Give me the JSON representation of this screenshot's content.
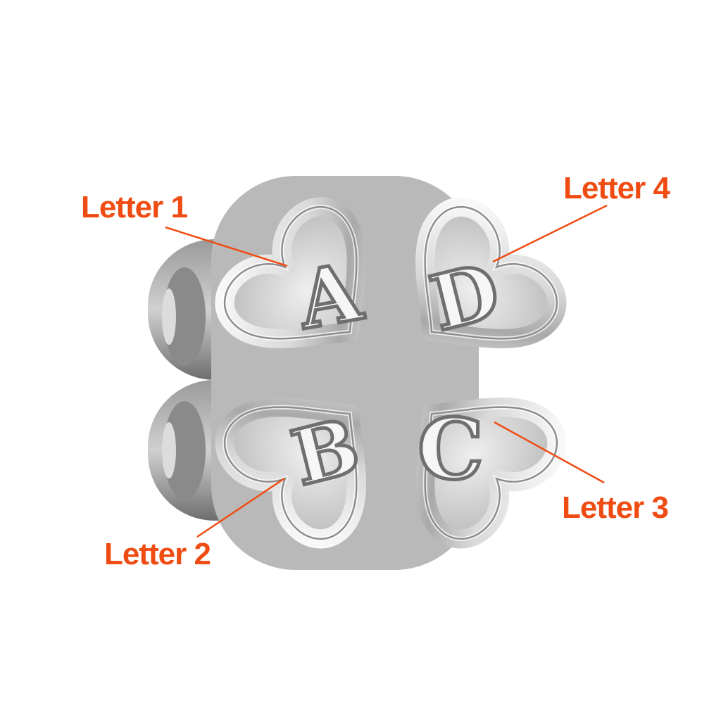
{
  "callouts": {
    "letter_1": "Letter 1",
    "letter_2": "Letter 2",
    "letter_3": "Letter 3",
    "letter_4": "Letter 4"
  },
  "charm_letters": {
    "top_left": "A",
    "bottom_left": "B",
    "bottom_right": "C",
    "top_right": "D"
  },
  "colors": {
    "callout": "#ef4c14",
    "metal_light": "#f4f4f4",
    "metal_mid": "#c9c9c9",
    "metal_dark": "#7d7d7d",
    "background": "#ffffff"
  }
}
